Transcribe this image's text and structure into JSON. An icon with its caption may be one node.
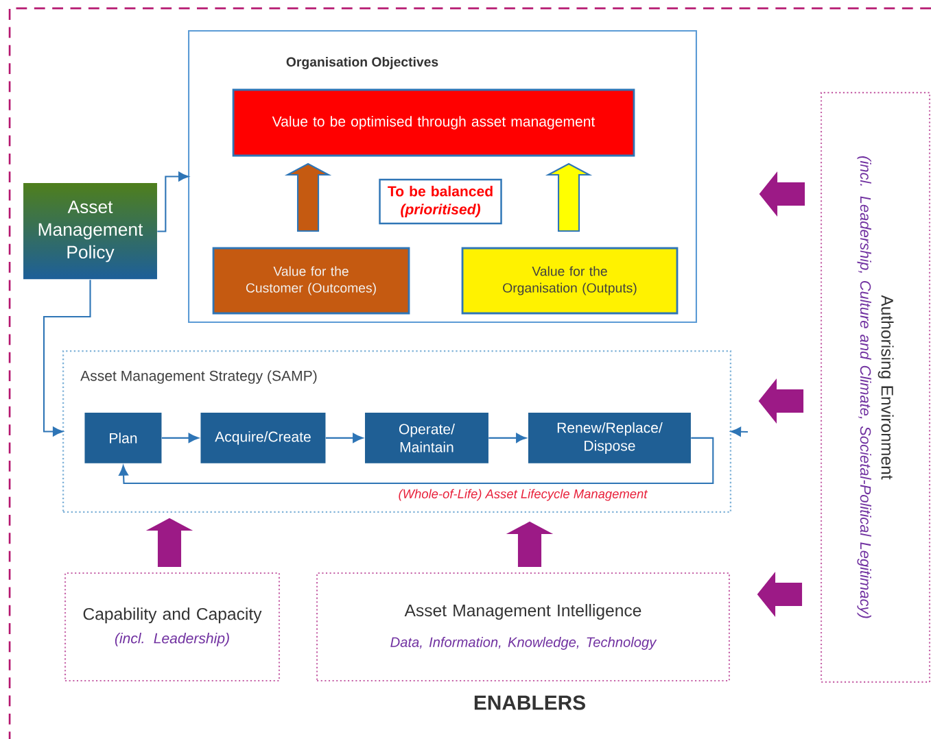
{
  "diagram": {
    "nodes": [
      {
        "text": [
          "Organisation Objectives"
        ]
      },
      {
        "text": [
          "Value to be optimised through asset management"
        ],
        "in": 0
      },
      {
        "text": [
          "To be balanced",
          "(prioritised)"
        ],
        "in": 0
      },
      {
        "text": [
          "Value for the Customer (Outcomes)"
        ],
        "in": 0
      },
      {
        "text": [
          "Value for the Organisation (Outputs)"
        ],
        "in": 0
      },
      {
        "text": [
          "Asset Management Policy"
        ]
      },
      {
        "text": [
          "Asset Management Strategy (SAMP)"
        ]
      },
      {
        "text": [
          "Plan"
        ],
        "in": 6
      },
      {
        "text": [
          "Acquire/Create"
        ],
        "in": 6
      },
      {
        "text": [
          "Operate/ Maintain"
        ],
        "in": 6
      },
      {
        "text": [
          "Renew/Replace/ Dispose"
        ],
        "in": 6
      },
      {
        "text": [
          "Capability and Capacity",
          "(incl. Leadership)"
        ]
      },
      {
        "text": [
          "Asset Management Intelligence",
          "Data, Information, Knowledge, Technology"
        ]
      },
      {
        "text": [
          "Authorising Environment",
          "(incl. Leadership, Culture and Climate, Societal-Political Legitimacy)"
        ]
      }
    ],
    "edges": [
      {
        "from": 3,
        "to": 1,
        "arrow": "to",
        "style": "thick",
        "color": "#c55a11"
      },
      {
        "from": 4,
        "to": 1,
        "arrow": "to",
        "style": "thick",
        "color": "#ffff00"
      },
      {
        "from": 5,
        "to": 0,
        "arrow": "to"
      },
      {
        "from": 5,
        "to": 6,
        "arrow": "to"
      },
      {
        "from": 7,
        "to": 8,
        "arrow": "to"
      },
      {
        "from": 8,
        "to": 9,
        "arrow": "to"
      },
      {
        "from": 9,
        "to": 10,
        "arrow": "to"
      },
      {
        "from": 10,
        "to": 7,
        "arrow": "to",
        "label": "(Whole-of-Life) Asset Lifecycle Management"
      },
      {
        "from": 11,
        "to": 6,
        "arrow": "to",
        "style": "thick",
        "color": "#9c1a86"
      },
      {
        "from": 12,
        "to": 6,
        "arrow": "to",
        "style": "thick",
        "color": "#9c1a86"
      },
      {
        "from": 13,
        "to": null,
        "arrow": "to",
        "style": "thick",
        "color": "#9c1a86"
      },
      {
        "from": 13,
        "to": 6,
        "arrow": "to",
        "style": "thick",
        "color": "#9c1a86"
      },
      {
        "from": 13,
        "to": 12,
        "arrow": "to",
        "style": "thick",
        "color": "#9c1a86"
      },
      {
        "from": null,
        "to": 6,
        "arrow": "to"
      }
    ],
    "labels": [
      "ENABLERS"
    ]
  }
}
